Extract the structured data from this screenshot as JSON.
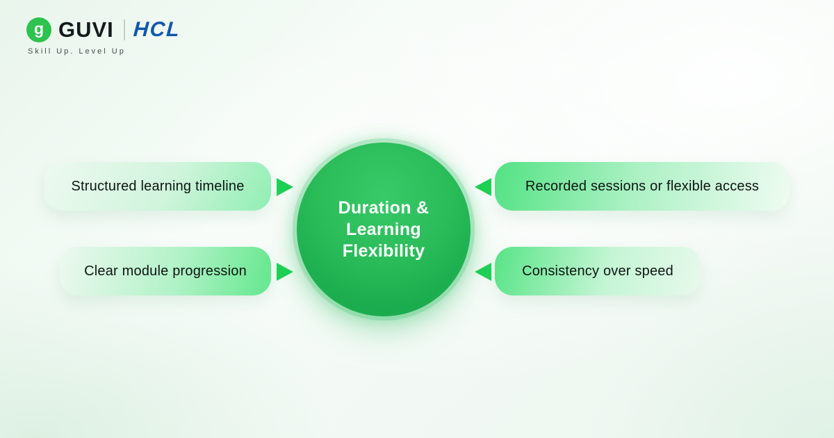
{
  "brand": {
    "logo_glyph": "g",
    "guvi_label": "GUVI",
    "hcl_label": "HCL",
    "tagline": "Skill Up. Level Up"
  },
  "diagram": {
    "center": {
      "line1": "Duration &",
      "line2": "Learning",
      "line3": "Flexibility"
    },
    "items": [
      {
        "label": "Structured learning timeline",
        "side": "left"
      },
      {
        "label": "Clear module progression",
        "side": "left"
      },
      {
        "label": "Recorded sessions or flexible access",
        "side": "right"
      },
      {
        "label": "Consistency over speed",
        "side": "right"
      }
    ]
  },
  "colors": {
    "accent_green": "#1ed154",
    "circle_green": "#22b356",
    "guvi_icon_green": "#2ec24e",
    "hcl_blue": "#0e57ad",
    "text_dark": "#101413",
    "background_tint": "#eff8f1"
  }
}
